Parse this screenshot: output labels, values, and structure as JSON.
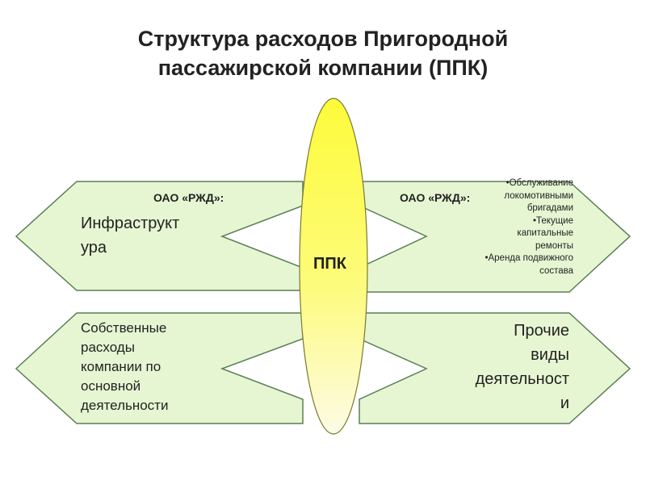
{
  "title": {
    "line1": "Структура расходов Пригородной",
    "line2": "пассажирской компании (ППК)"
  },
  "center": {
    "label": "ППК"
  },
  "top_left": {
    "header": "ОАО «РЖД»:",
    "line1": "Инфраструкт",
    "line2": "ура"
  },
  "top_right": {
    "header": "ОАО «РЖД»:",
    "lines": [
      "•Обслуживание",
      "локомотивными",
      "бригадами",
      "•Текущие",
      "капитальные",
      "ремонты",
      "•Аренда подвижного",
      "состава"
    ]
  },
  "bottom_left": {
    "lines": [
      "Собственные",
      "расходы",
      "компании по",
      "основной",
      "деятельности"
    ]
  },
  "bottom_right": {
    "lines": [
      "Прочие",
      "виды",
      "деятельност",
      "и"
    ]
  },
  "colors": {
    "shape_fill": "#e6f6d2",
    "shape_stroke": "#5a7f55",
    "ellipse_top": "#fdfb3a",
    "ellipse_bottom": "#fdfbe0"
  }
}
